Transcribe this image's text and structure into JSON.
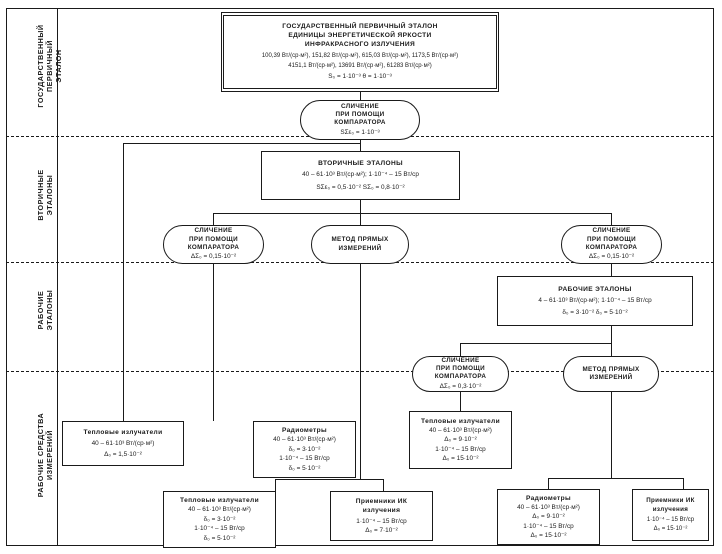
{
  "sidebar": {
    "tiers": [
      {
        "id": "state-primary",
        "label": "ГОСУДАРСТВЕННЫЙ\nПЕРВИЧНЫЙ\nЭТАЛОН"
      },
      {
        "id": "secondary",
        "label": "ВТОРИЧНЫЕ\nЭТАЛОНЫ"
      },
      {
        "id": "working-standards",
        "label": "РАБОЧИЕ\nЭТАЛОНЫ"
      },
      {
        "id": "working-measuring",
        "label": "РАБОЧИЕ СРЕДСТВА\nИЗМЕРЕНИЙ"
      }
    ]
  },
  "nodes": {
    "primary_standard": {
      "title_1": "ГОСУДАРСТВЕННЫЙ ПЕРВИЧНЫЙ ЭТАЛОН",
      "title_2": "ЕДИНИЦЫ ЭНЕРГЕТИЧЕСКОЙ ЯРКОСТИ",
      "title_3": "ИНФРАКРАСНОГО ИЗЛУЧЕНИЯ",
      "line_1": "100,39 Вт/(ср·м²), 151,82 Вт/(ср·м²), 615,03 Вт/(ср·м²), 1173,5 Вт/(ср·м²)",
      "line_2": "4151,1 Вт/(ср·м²), 13691 Вт/(ср·м²), 61283 Вт/(ср·м²)",
      "line_3": "S₀ = 1·10⁻³   θ = 1·10⁻³"
    },
    "comparison_1": {
      "title_1": "СЛИЧЕНИЕ",
      "title_2": "ПРИ ПОМОЩИ",
      "title_3": "КОМПАРАТОРА",
      "value": "SΣε₀ = 1·10⁻³"
    },
    "secondary_standards": {
      "title": "ВТОРИЧНЫЕ ЭТАЛОНЫ",
      "line_1": "40 – 61·10³ Вт/(ср·м²); 1·10⁻⁴ – 15 Вт/ср",
      "line_2": "SΣε₀ = 0,5·10⁻²      SΣ₀ = 0,8·10⁻²"
    },
    "comparison_2_left": {
      "title_1": "СЛИЧЕНИЕ",
      "title_2": "ПРИ ПОМОЩИ",
      "title_3": "КОМПАРАТОРА",
      "value": "ΔΣ₀ = 0,15·10⁻²"
    },
    "direct_method_1": {
      "title_1": "МЕТОД ПРЯМЫХ",
      "title_2": "ИЗМЕРЕНИЙ"
    },
    "comparison_2_right": {
      "title_1": "СЛИЧЕНИЕ",
      "title_2": "ПРИ ПОМОЩИ",
      "title_3": "КОМПАРАТОРА",
      "value": "ΔΣ₀ = 0,15·10⁻²"
    },
    "working_standards": {
      "title": "РАБОЧИЕ ЭТАЛОНЫ",
      "line_1": "4 – 61·10³ Вт/(ср·м²); 1·10⁻⁴ – 15 Вт/ср",
      "line_2": "δ₀ = 3·10⁻²          δ₀ = 5·10⁻²"
    },
    "comparison_3": {
      "title_1": "СЛИЧЕНИЕ",
      "title_2": "ПРИ ПОМОЩИ",
      "title_3": "КОМПАРАТОРА",
      "value": "ΔΣ₀ = 0,3·10⁻²"
    },
    "direct_method_2": {
      "title_1": "МЕТОД ПРЯМЫХ",
      "title_2": "ИЗМЕРЕНИЙ"
    },
    "thermal_emitters_1": {
      "title": "Тепловые излучатели",
      "line_1": "40 – 61·10³ Вт/(ср·м²)",
      "line_2": "Δ₀ = 1,5·10⁻²"
    },
    "radiometers_1": {
      "title": "Радиометры",
      "line_1": "40 – 61·10³ Вт/(ср·м²)",
      "line_2": "δ₀ = 3·10⁻²",
      "line_3": "1·10⁻⁴ – 15 Вт/ср",
      "line_4": "δ₀ = 5·10⁻²"
    },
    "thermal_emitters_2": {
      "title": "Тепловые излучатели",
      "line_1": "40 – 61·10³ Вт/(ср·м²)",
      "line_2": "δ₀ = 3·10⁻²",
      "line_3": "1·10⁻⁴ – 15 Вт/ср",
      "line_4": "δ₀ = 5·10⁻²"
    },
    "thermal_emitters_3": {
      "title": "Тепловые излучатели",
      "line_1": "40 – 61·10³ Вт/(ср·м²)",
      "line_2": "Δ₀ = 9·10⁻²",
      "line_3": "1·10⁻⁴ – 15 Вт/ср",
      "line_4": "Δ₀ = 15·10⁻²"
    },
    "ir_receivers_1": {
      "title_1": "Приемники ИК",
      "title_2": "излучения",
      "line_1": "1·10⁻⁴ – 15 Вт/ср",
      "line_2": "Δ₀ = 7·10⁻²"
    },
    "radiometers_2": {
      "title": "Радиометры",
      "line_1": "40 – 61·10³ Вт/(ср·м²)",
      "line_2": "Δ₀ = 9·10⁻²",
      "line_3": "1·10⁻⁴ – 15 Вт/ср",
      "line_4": "Δ₀ = 15·10⁻²"
    },
    "ir_receivers_2": {
      "title_1": "Приемники ИК",
      "title_2": "излучения",
      "line_1": "1·10⁻⁴ – 15 Вт/ср",
      "line_2": "Δ₀ = 15·10⁻²"
    }
  },
  "colors": {
    "ink": "#1a1a1a",
    "paper": "#ffffff"
  }
}
